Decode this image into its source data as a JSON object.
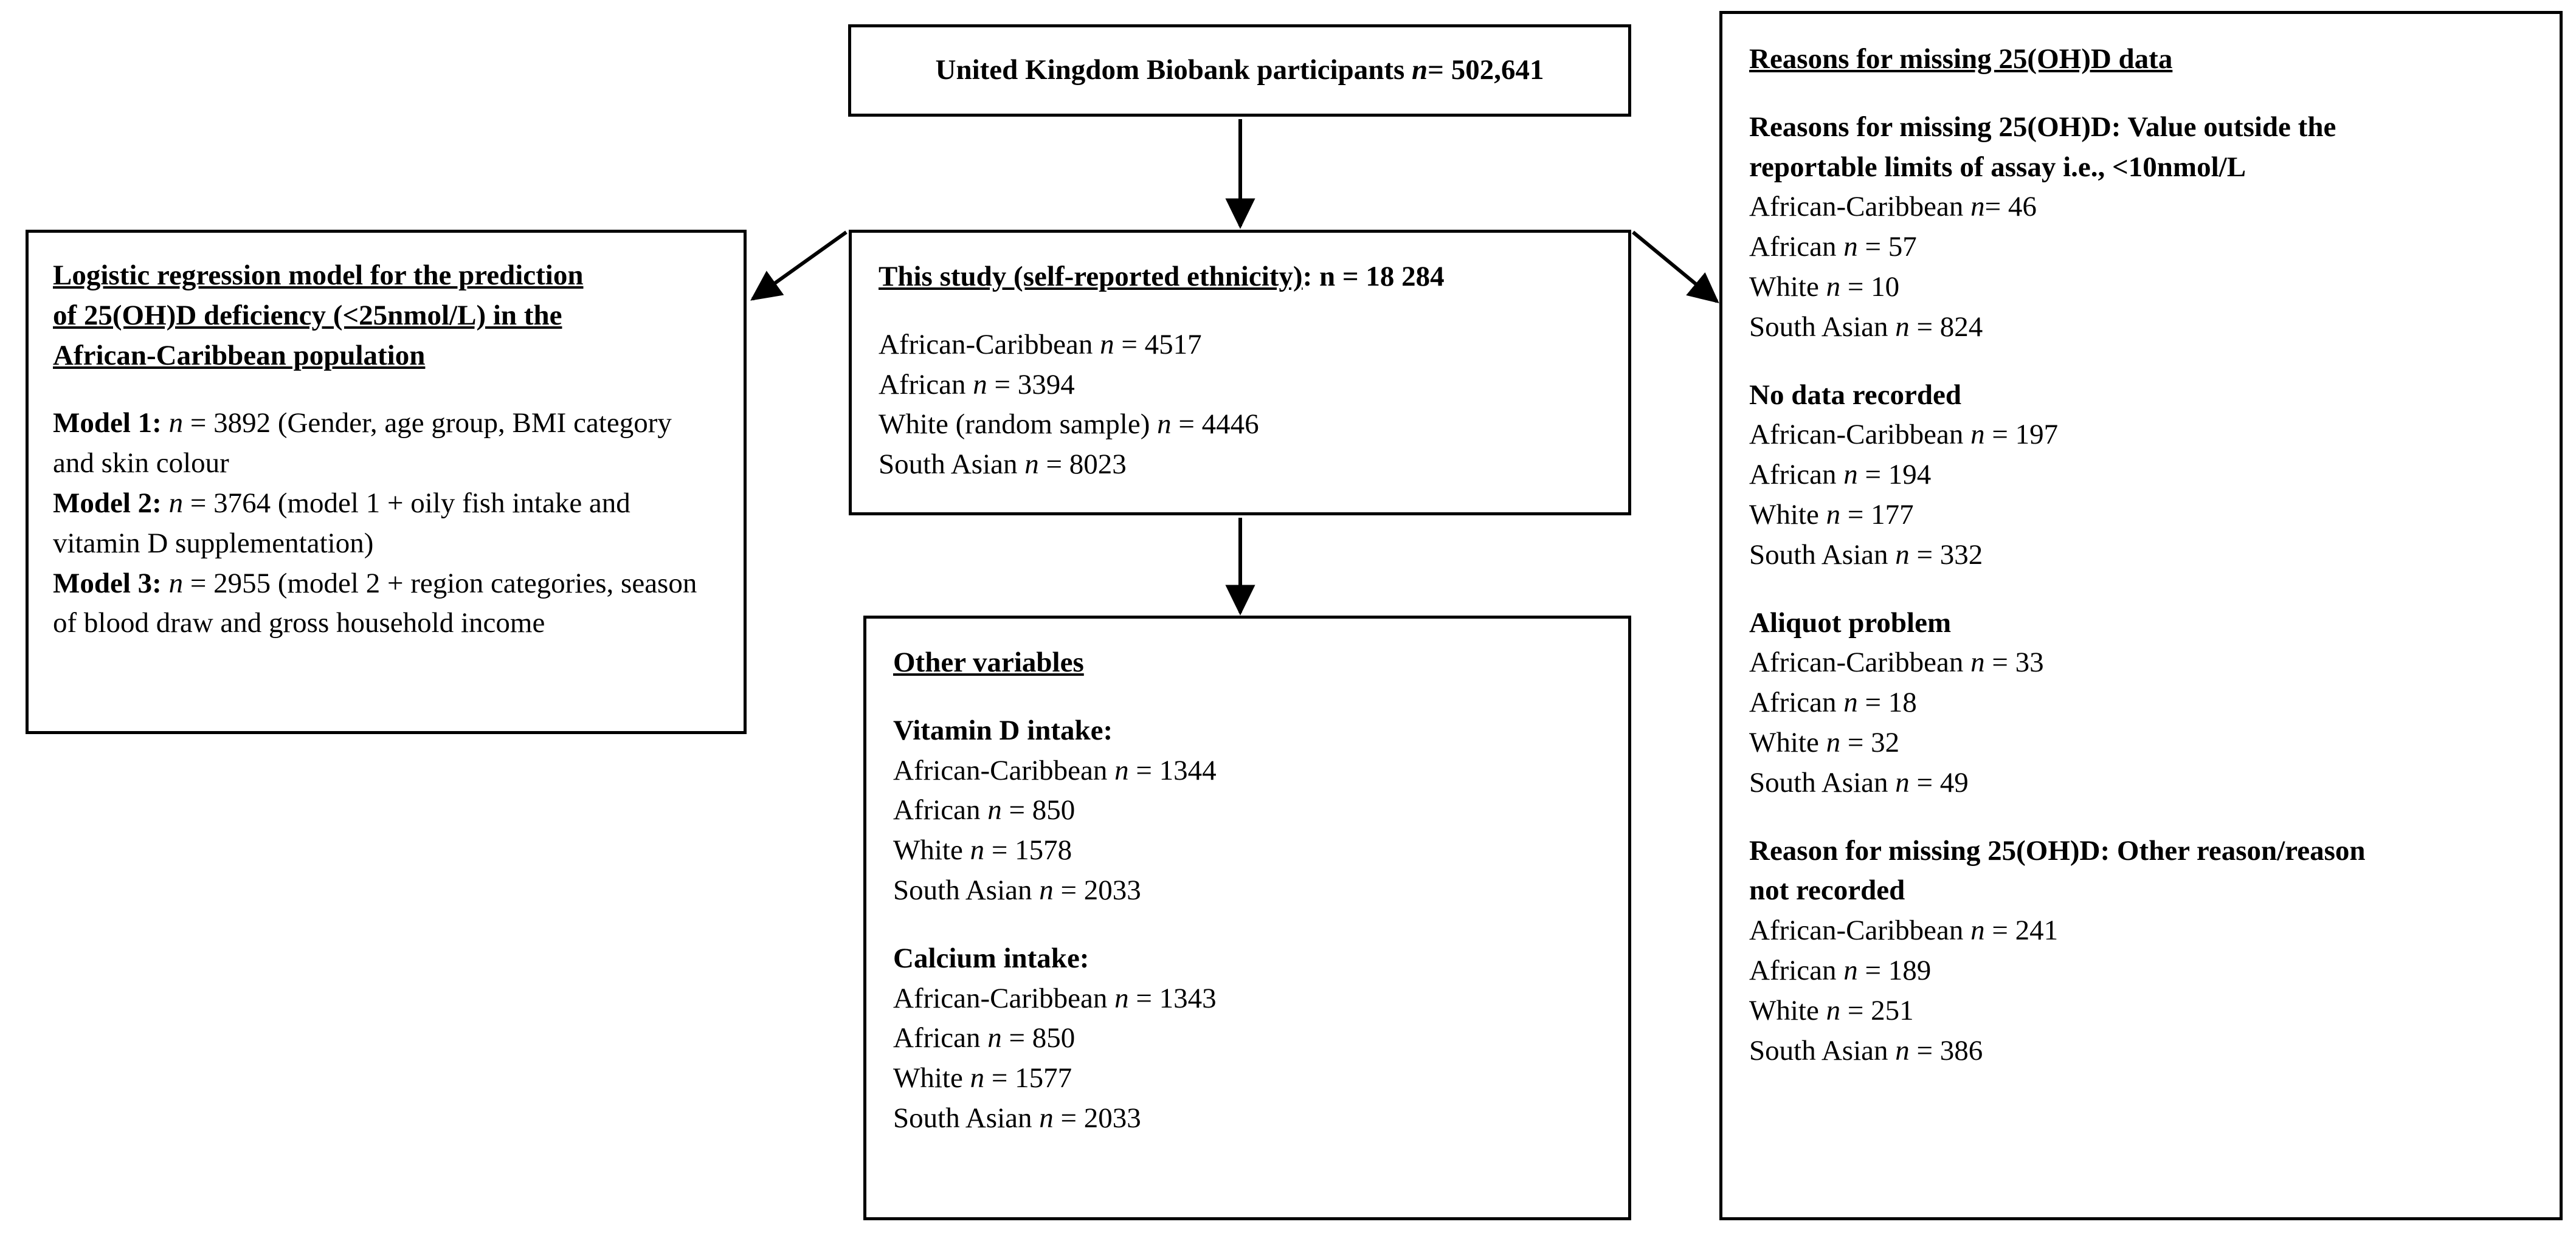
{
  "diagram": {
    "type": "flowchart",
    "title": "UK Biobank 25(OH)D study participant flow"
  },
  "boxes": {
    "source": {
      "text_prefix": "United Kingdom Biobank participants ",
      "n_italic": "n",
      "text_suffix": "= 502,641"
    },
    "study": {
      "title_prefix": "This study (self-reported ethnicity)",
      "title_suffix": ": n = 18 284",
      "rows": [
        {
          "label": "African-Caribbean ",
          "n": "n",
          "value": " = 4517"
        },
        {
          "label": "African ",
          "n": "n",
          "value": " = 3394"
        },
        {
          "label": "White (random sample) ",
          "n": "n",
          "value": " = 4446"
        },
        {
          "label": "South Asian ",
          "n": "n",
          "value": " = 8023"
        }
      ]
    },
    "model": {
      "title_line1": "Logistic regression model for the prediction",
      "title_line2": "of 25(OH)D deficiency (<25nmol/L) in the",
      "title_line3": "African-Caribbean population",
      "models": [
        {
          "label": "Model 1:",
          "n": "n",
          "text": " = 3892 (Gender, age group, BMI category and skin colour"
        },
        {
          "label": "Model 2:",
          "n": "n",
          "text": " = 3764 (model 1 + oily fish intake and vitamin D supplementation)"
        },
        {
          "label": "Model 3:",
          "n": "n",
          "text": " = 2955 (model 2 + region categories, season of blood draw and gross household income"
        }
      ]
    },
    "other": {
      "title": "Other variables",
      "groups": [
        {
          "heading": "Vitamin D intake:",
          "rows": [
            {
              "label": "African-Caribbean ",
              "n": "n",
              "value": " = 1344"
            },
            {
              "label": "African ",
              "n": "n",
              "value": " = 850"
            },
            {
              "label": "White ",
              "n": "n",
              "value": " = 1578"
            },
            {
              "label": "South Asian ",
              "n": "n",
              "value": " = 2033"
            }
          ]
        },
        {
          "heading": "Calcium intake:",
          "rows": [
            {
              "label": "African-Caribbean ",
              "n": "n",
              "value": " = 1343"
            },
            {
              "label": "African ",
              "n": "n",
              "value": " = 850"
            },
            {
              "label": "White ",
              "n": "n",
              "value": " = 1577"
            },
            {
              "label": "South Asian ",
              "n": "n",
              "value": " = 2033"
            }
          ]
        }
      ]
    },
    "missing": {
      "title": "Reasons for missing 25(OH)D data",
      "groups": [
        {
          "heading_line1": "Reasons for missing 25(OH)D: Value outside the",
          "heading_line2": "reportable limits of assay i.e., <10nmol/L",
          "rows": [
            {
              "label": "African-Caribbean ",
              "n": "n",
              "value": "= 46"
            },
            {
              "label": "African ",
              "n": "n",
              "value": " = 57"
            },
            {
              "label": "White ",
              "n": "n",
              "value": " = 10"
            },
            {
              "label": "South Asian ",
              "n": "n",
              "value": " = 824"
            }
          ]
        },
        {
          "heading_line1": "No data recorded",
          "heading_line2": "",
          "rows": [
            {
              "label": "African-Caribbean ",
              "n": "n",
              "value": " = 197"
            },
            {
              "label": "African ",
              "n": "n",
              "value": " = 194"
            },
            {
              "label": "White ",
              "n": "n",
              "value": " = 177"
            },
            {
              "label": "South Asian ",
              "n": "n",
              "value": " = 332"
            }
          ]
        },
        {
          "heading_line1": "Aliquot problem",
          "heading_line2": "",
          "rows": [
            {
              "label": "African-Caribbean ",
              "n": "n",
              "value": " = 33"
            },
            {
              "label": "African ",
              "n": "n",
              "value": " = 18"
            },
            {
              "label": "White ",
              "n": "n",
              "value": " = 32"
            },
            {
              "label": "South Asian ",
              "n": "n",
              "value": " = 49"
            }
          ]
        },
        {
          "heading_line1": "Reason for missing 25(OH)D: Other reason/reason",
          "heading_line2": "not recorded",
          "rows": [
            {
              "label": "African-Caribbean ",
              "n": "n",
              "value": " = 241"
            },
            {
              "label": "African ",
              "n": "n",
              "value": " = 189"
            },
            {
              "label": "White ",
              "n": "n",
              "value": " = 251"
            },
            {
              "label": "South Asian ",
              "n": "n",
              "value": " = 386"
            }
          ]
        }
      ]
    }
  },
  "colors": {
    "line": "#000000",
    "background": "#ffffff",
    "text": "#000000"
  }
}
